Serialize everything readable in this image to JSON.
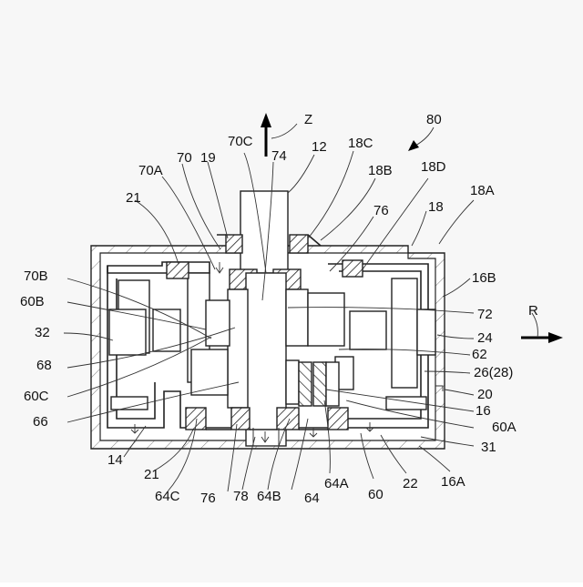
{
  "labels": {
    "l80": "80",
    "lZ": "Z",
    "l70C": "70C",
    "l74": "74",
    "l12": "12",
    "l18C": "18C",
    "l70A": "70A",
    "l70": "70",
    "l19": "19",
    "l18B": "18B",
    "l18D": "18D",
    "l21a": "21",
    "l76a": "76",
    "l18": "18",
    "l18A": "18A",
    "l16B": "16B",
    "l70B": "70B",
    "l60B": "60B",
    "l72": "72",
    "lR": "R",
    "l32": "32",
    "l24": "24",
    "l62": "62",
    "l68": "68",
    "l26_28": "26(28)",
    "l20": "20",
    "l60C": "60C",
    "l16": "16",
    "l60A": "60A",
    "l66": "66",
    "l31": "31",
    "l14": "14",
    "l21b": "21",
    "l64C": "64C",
    "l76b": "76",
    "l78": "78",
    "l64B": "64B",
    "l64": "64",
    "l64A": "64A",
    "l60": "60",
    "l22": "22",
    "l16A": "16A"
  },
  "colors": {
    "background": "#f7f7f7",
    "ink": "#222222"
  }
}
